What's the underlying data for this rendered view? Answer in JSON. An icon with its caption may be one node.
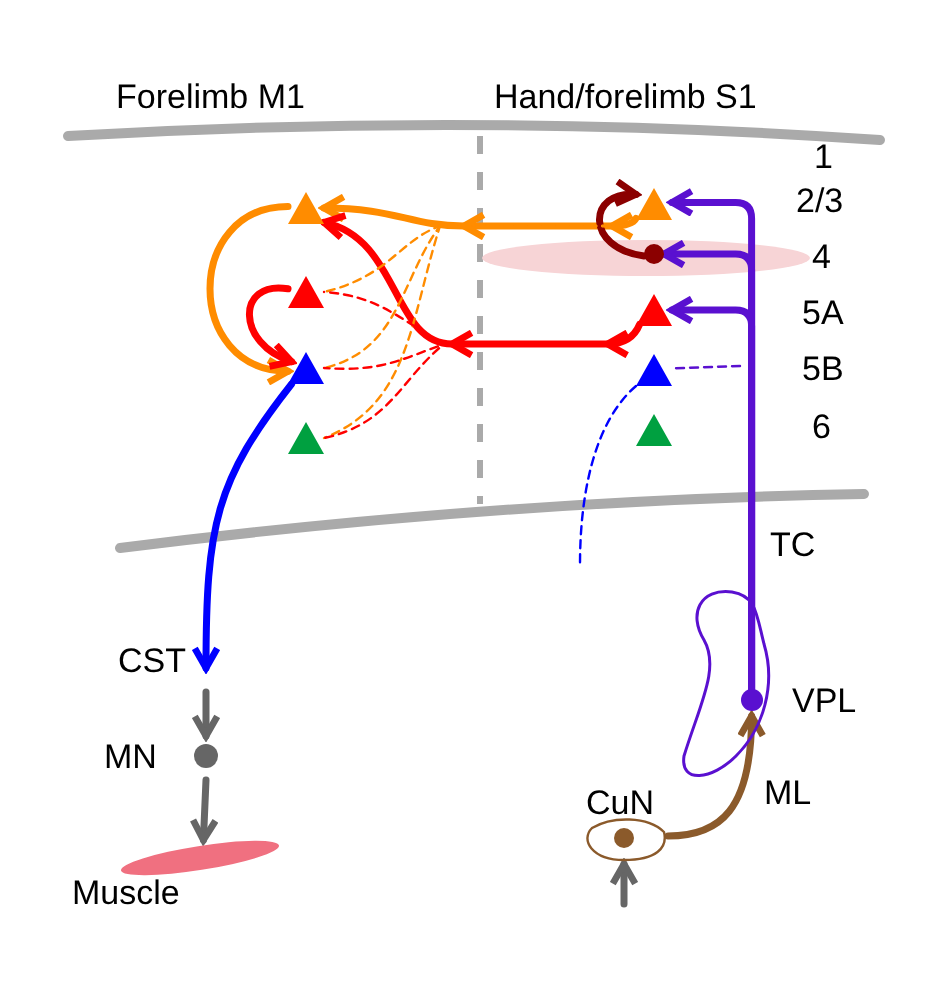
{
  "diagram": {
    "nodes": [
      {
        "text": [],
        "shape": "triangle"
      },
      {
        "text": [],
        "shape": "triangle"
      },
      {
        "text": [],
        "shape": "triangle"
      },
      {
        "text": [],
        "shape": "triangle"
      },
      {
        "text": [],
        "shape": "triangle"
      },
      {
        "text": [],
        "shape": "circle"
      },
      {
        "text": [],
        "shape": "triangle"
      },
      {
        "text": [],
        "shape": "triangle"
      },
      {
        "text": [],
        "shape": "triangle"
      },
      {
        "text": [
          "MN"
        ]
      },
      {
        "text": [
          "Muscle"
        ]
      },
      {
        "text": [
          "VPL"
        ]
      },
      {
        "text": [
          "CuN"
        ]
      }
    ],
    "edges": [
      {
        "from": 4,
        "to": 0,
        "arrow": "to",
        "color": "#ff8c00"
      },
      {
        "from": 6,
        "to": 0,
        "arrow": "to",
        "color": "#ff0000"
      },
      {
        "from": 0,
        "to": 2,
        "arrow": "to",
        "color": "#ff8c00"
      },
      {
        "from": 1,
        "to": 2,
        "arrow": "to",
        "color": "#ff0000"
      },
      {
        "from": 5,
        "to": 4,
        "arrow": "to",
        "color": "#8b0000"
      },
      {
        "from": 2,
        "to": null,
        "arrow": "to",
        "label": "CST",
        "color": "#0000ff"
      },
      {
        "from": null,
        "to": 9,
        "arrow": "to",
        "color": "#666666"
      },
      {
        "from": 9,
        "to": 10,
        "arrow": "to",
        "color": "#666666"
      },
      {
        "from": 11,
        "to": 4,
        "arrow": "to",
        "label": "TC",
        "color": "#5a10d0"
      },
      {
        "from": 11,
        "to": 5,
        "arrow": "to",
        "color": "#5a10d0"
      },
      {
        "from": 11,
        "to": 6,
        "arrow": "to",
        "color": "#5a10d0"
      },
      {
        "from": null,
        "to": 7,
        "arrow": "none",
        "style": "dashed",
        "color": "#5a10d0"
      },
      {
        "from": 7,
        "to": null,
        "arrow": "none",
        "style": "dashed",
        "color": "#0000ff"
      },
      {
        "from": 4,
        "to": 1,
        "arrow": "none",
        "style": "dashed",
        "color": "#ff8c00"
      },
      {
        "from": 4,
        "to": 2,
        "arrow": "none",
        "style": "dashed",
        "color": "#ff8c00"
      },
      {
        "from": 4,
        "to": 3,
        "arrow": "none",
        "style": "dashed",
        "color": "#ff8c00"
      },
      {
        "from": 6,
        "to": 1,
        "arrow": "none",
        "style": "dashed",
        "color": "#ff0000"
      },
      {
        "from": 6,
        "to": 2,
        "arrow": "none",
        "style": "dashed",
        "color": "#ff0000"
      },
      {
        "from": 6,
        "to": 3,
        "arrow": "none",
        "style": "dashed",
        "color": "#ff0000"
      },
      {
        "from": 12,
        "to": 11,
        "arrow": "to",
        "label": "ML",
        "color": "#8b5a2b"
      },
      {
        "from": null,
        "to": 12,
        "arrow": "to",
        "color": "#666666"
      }
    ],
    "labels": [
      "Forelimb M1",
      "Hand/forelimb S1",
      "1",
      "2/3",
      "4",
      "5A",
      "5B",
      "6"
    ]
  }
}
